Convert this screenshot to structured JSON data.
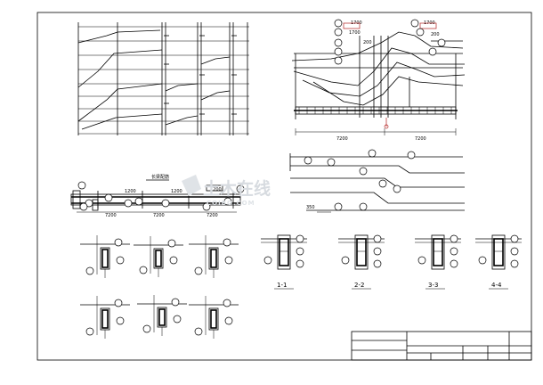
{
  "drawing": {
    "beam_elevation_title": "长梁配筋",
    "dimensions": {
      "top_right_1": "1700",
      "top_right_2": "1700",
      "top_right_3": "1700",
      "top_right_4": "200",
      "top_right_bottom_1": "7200",
      "top_right_bottom_2": "7200",
      "beam_span_1": "7200",
      "beam_span_2": "7200",
      "beam_span_3": "7200",
      "beam_top_1": "1200",
      "beam_top_2": "1200",
      "beam_top_3": "1200",
      "mid_dim": "200",
      "stirrup": "350"
    },
    "sections": [
      "1-1",
      "2-2",
      "3-3",
      "4-4"
    ]
  },
  "watermark": {
    "main": "土木在线",
    "sub": "COIBO.COM"
  },
  "colors": {
    "line": "#000000",
    "accent": "#b22222",
    "background": "#ffffff",
    "watermark": "#d7dbe0"
  }
}
